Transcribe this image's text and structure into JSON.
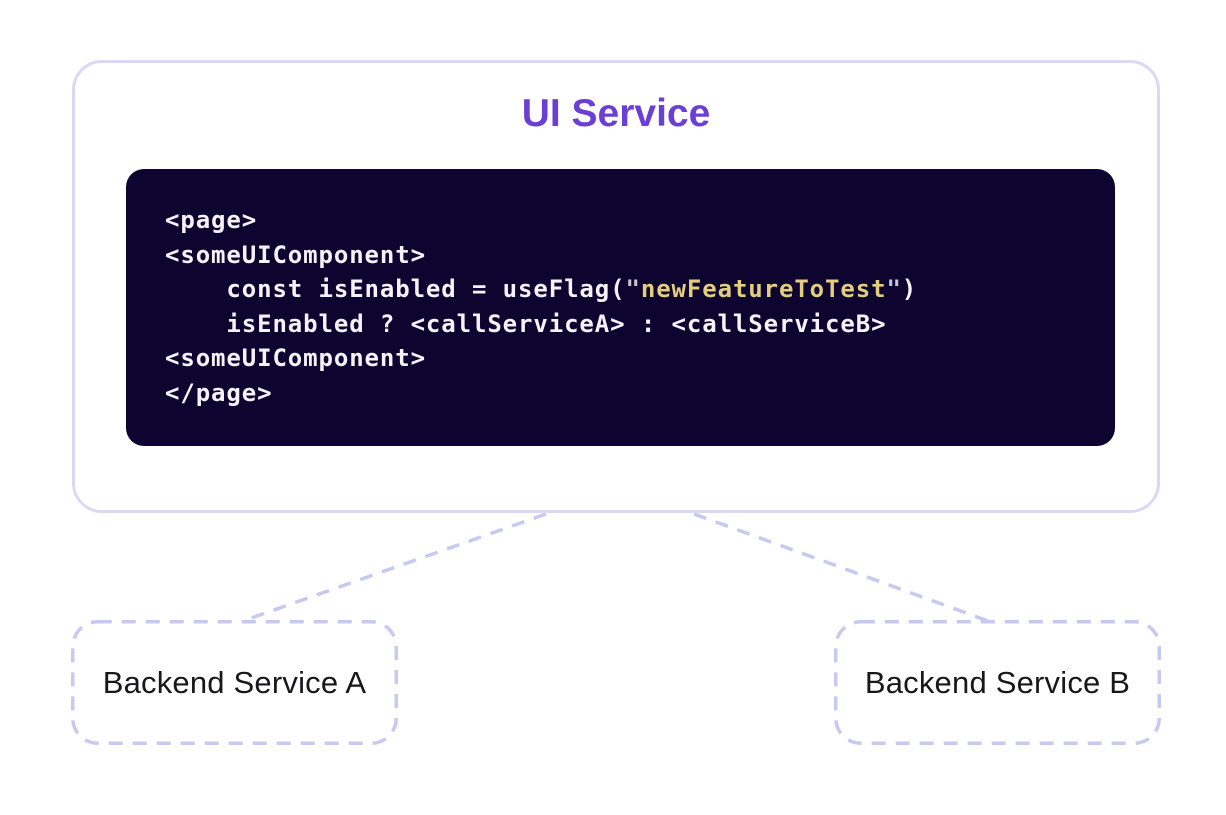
{
  "colors": {
    "outer_border": "#dcd8f4",
    "title": "#6c3fd4",
    "code_bg": "#0d0430",
    "code_plain": "#f5f3f8",
    "code_string": "#e3ce7e",
    "code_quote": "#c9c6d2",
    "dash": "#c7c9f1",
    "label": "#17171c",
    "page_bg": "#ffffff"
  },
  "ui_service": {
    "title": "UI Service",
    "code": {
      "lines": [
        [
          {
            "t": "<page>",
            "c": "plain"
          }
        ],
        [
          {
            "t": "<someUIComponent>",
            "c": "plain"
          }
        ],
        [
          {
            "t": "    const isEnabled = useFlag(",
            "c": "plain"
          },
          {
            "t": "\"",
            "c": "quote"
          },
          {
            "t": "newFeatureToTest",
            "c": "string"
          },
          {
            "t": "\"",
            "c": "quote"
          },
          {
            "t": ")",
            "c": "plain"
          }
        ],
        [
          {
            "t": "    isEnabled ? <callServiceA> : <callServiceB>",
            "c": "plain"
          }
        ],
        [
          {
            "t": "<someUIComponent>",
            "c": "plain"
          }
        ],
        [
          {
            "t": "</page>",
            "c": "plain"
          }
        ]
      ]
    }
  },
  "backend_a": {
    "label": "Backend Service A"
  },
  "backend_b": {
    "label": "Backend Service B"
  }
}
